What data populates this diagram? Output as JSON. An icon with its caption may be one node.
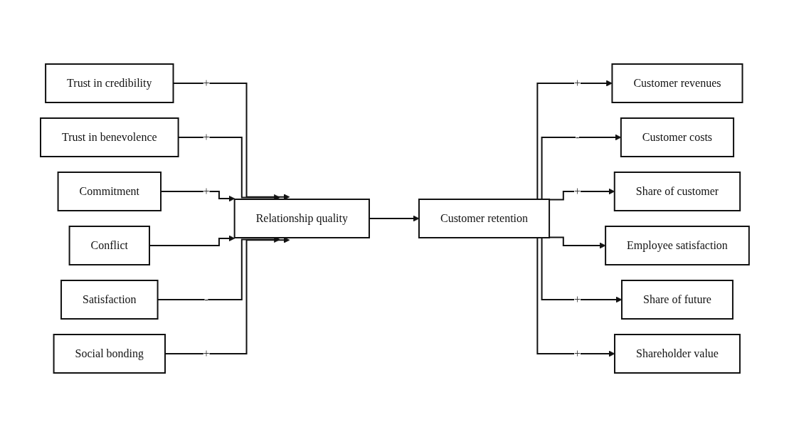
{
  "diagram": {
    "nodes": [
      {
        "text": [
          "Trust in credibility"
        ]
      },
      {
        "text": [
          "Trust in benevolence"
        ]
      },
      {
        "text": [
          "Commitment"
        ]
      },
      {
        "text": [
          "Conflict"
        ]
      },
      {
        "text": [
          "Satisfaction"
        ]
      },
      {
        "text": [
          "Social bonding"
        ]
      },
      {
        "text": [
          "Relationship quality"
        ]
      },
      {
        "text": [
          "Customer retention"
        ]
      },
      {
        "text": [
          "Customer revenues"
        ]
      },
      {
        "text": [
          "Customer costs"
        ]
      },
      {
        "text": [
          "Share of customer"
        ]
      },
      {
        "text": [
          "Employee satisfaction"
        ]
      },
      {
        "text": [
          "Share of future"
        ]
      },
      {
        "text": [
          "Shareholder value"
        ]
      }
    ],
    "edges": [
      {
        "from": 0,
        "to": 6,
        "arrow": "to",
        "label": "+"
      },
      {
        "from": 1,
        "to": 6,
        "arrow": "to",
        "label": "+"
      },
      {
        "from": 2,
        "to": 6,
        "arrow": "to",
        "label": "+"
      },
      {
        "from": 3,
        "to": 6,
        "arrow": "to"
      },
      {
        "from": 4,
        "to": 6,
        "arrow": "to",
        "label": "-"
      },
      {
        "from": 5,
        "to": 6,
        "arrow": "to",
        "label": "+"
      },
      {
        "from": 6,
        "to": 7,
        "arrow": "to"
      },
      {
        "from": 7,
        "to": 8,
        "arrow": "to",
        "label": "+"
      },
      {
        "from": 7,
        "to": 9,
        "arrow": "to",
        "label": "-"
      },
      {
        "from": 7,
        "to": 10,
        "arrow": "to",
        "label": "+"
      },
      {
        "from": 7,
        "to": 11,
        "arrow": "to"
      },
      {
        "from": 7,
        "to": 12,
        "arrow": "to",
        "label": "+"
      },
      {
        "from": 7,
        "to": 13,
        "arrow": "to",
        "label": "+"
      }
    ]
  }
}
